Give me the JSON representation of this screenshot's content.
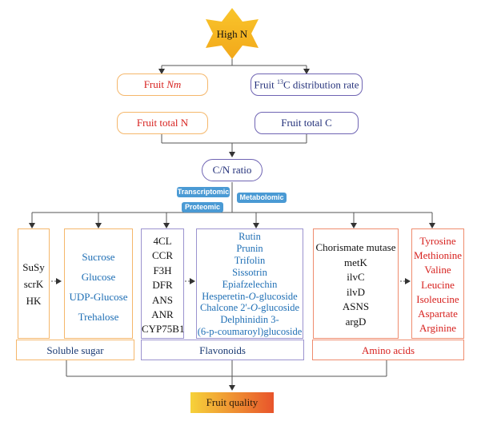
{
  "top_node": {
    "label": "High N",
    "color": "#f3b51b"
  },
  "row1": {
    "left_top": {
      "prefix": "Fruit ",
      "italic": "Nm"
    },
    "left_bottom": "Fruit total N",
    "right_top": {
      "prefix": "Fruit ",
      "sup": "13",
      "suffix": "C distribution rate"
    },
    "right_bottom": "Fruit total C"
  },
  "cn_ratio": "C/N ratio",
  "badges": {
    "transcriptomic": "Transcriptomic",
    "proteomic": "Proteomic",
    "metabolomic": "Metabolomic"
  },
  "sugar": {
    "enzymes": [
      "SuSy",
      "scrK",
      "HK"
    ],
    "compounds": [
      "Sucrose",
      "Glucose",
      "UDP-Glucose",
      "Trehalose"
    ],
    "footer": "Soluble sugar",
    "border_color": "#f5b76b"
  },
  "flavonoids": {
    "enzymes": [
      "4CL",
      "CCR",
      "F3H",
      "DFR",
      "ANS",
      "ANR",
      "CYP75B1"
    ],
    "compounds": [
      [
        "Rutin"
      ],
      [
        "Prunin"
      ],
      [
        "Trifolin"
      ],
      [
        "Sissotrin"
      ],
      [
        "Epiafzelechin"
      ],
      [
        "Hesperetin-",
        "O",
        "-glucoside"
      ],
      [
        "Chalcone 2'-",
        "O",
        "-glucoside"
      ],
      [
        "Delphinidin 3-"
      ],
      [
        "(6-p-coumaroyl)glucoside"
      ]
    ],
    "footer": "Flavonoids",
    "border_color": "#9b93cf"
  },
  "amino": {
    "enzymes": [
      "Chorismate mutase",
      "metK",
      "ilvC",
      "ilvD",
      "ASNS",
      "argD"
    ],
    "compounds": [
      "Tyrosine",
      "Methionine",
      "Valine",
      "Leucine",
      "Isoleucine",
      "Aspartate",
      "Arginine"
    ],
    "footer": "Amino acids",
    "border_color": "#ef8c6e"
  },
  "bottom_node": {
    "label": "Fruit quality"
  },
  "colors": {
    "red_text": "#d7221f",
    "blue_text": "#1f6fb5",
    "orange_box": "#f5b76b",
    "purple_box": "#9b93cf",
    "badge_blue": "#4a9ad4"
  }
}
